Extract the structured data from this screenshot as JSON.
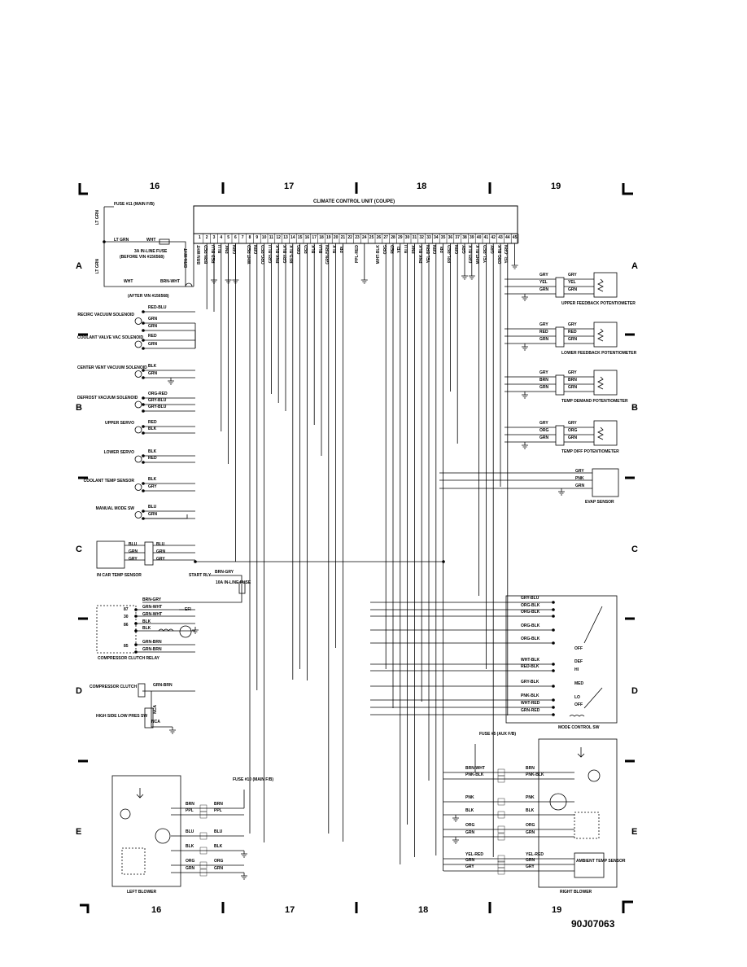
{
  "grid": {
    "columns_top": [
      "16",
      "17",
      "18",
      "19"
    ],
    "columns_bottom": [
      "16",
      "17",
      "18",
      "19"
    ],
    "rows_left": [
      "A",
      "B",
      "C",
      "D",
      "E"
    ],
    "rows_right": [
      "A",
      "B",
      "C",
      "D",
      "E"
    ]
  },
  "ccu": {
    "title": "CLIMATE CONTROL UNIT (COUPE)",
    "pins": [
      "1",
      "2",
      "3",
      "4",
      "5",
      "6",
      "7",
      "8",
      "9",
      "10",
      "11",
      "12",
      "13",
      "14",
      "15",
      "16",
      "17",
      "18",
      "19",
      "20",
      "21",
      "22",
      "23",
      "24",
      "25",
      "26",
      "27",
      "28",
      "29",
      "30",
      "31",
      "32",
      "33",
      "34",
      "35",
      "36",
      "37",
      "38",
      "39",
      "40",
      "41",
      "42",
      "43",
      "44",
      "45"
    ],
    "pin_wires": [
      "BRN-WHT",
      "BRN-RED",
      "RED-BLU",
      "BLU",
      "PNK",
      "GRN",
      "",
      "WHT-RED",
      "GRN",
      "ORG-RED",
      "GRY-BLU",
      "PNK-BLK",
      "GRY-BLK",
      "RED-BLK",
      "ORG",
      "RED",
      "BLK",
      "BLU",
      "GRN-BRN",
      "BLK",
      "PPL",
      "",
      "PPL-RED",
      "",
      "",
      "WHT-BLK",
      "ORG",
      "RED",
      "YEL",
      "BLU",
      "PNK",
      "PNK-BLK",
      "YEL-BRN",
      "GRN",
      "PPL",
      "PPL-RED",
      "GRN",
      "GRY",
      "GRY-BLK",
      "WHT-BLK",
      "YEL-RED",
      "GRY",
      "ORG-BLK",
      "YEL-GRN",
      ""
    ]
  },
  "fuses": {
    "fuse11": "FUSE #11 (MAIN F/B)",
    "inline3a": "3A IN-LINE FUSE",
    "inline3a_note": "(BEFORE VIN #156568)",
    "after_vin": "(AFTER VIN #156568)",
    "fuse10": "FUSE #10 (MAIN F/B)",
    "fuse5": "FUSE #5 (AUX F/B)",
    "inline10a": "10A IN-LINE FUSE",
    "start_rly": "START RLY"
  },
  "wires_top_left": [
    "LT GRN",
    "LT GRN",
    "WHT",
    "WHT",
    "BRN-WHT",
    "BRN-WHT"
  ],
  "left_components": [
    {
      "name": "RECIRC VACUUM SOLENOID",
      "wires": [
        "RED-BLU",
        "GRN",
        "GRN"
      ]
    },
    {
      "name": "COOLANT VALVE VAC SOLENOID",
      "wires": [
        "RED",
        "GRN"
      ]
    },
    {
      "name": "CENTER VENT VACUUM SOLENOID",
      "wires": [
        "BLK",
        "GRN"
      ]
    },
    {
      "name": "DEFROST VACUUM SOLENOID",
      "wires": [
        "ORG-RED",
        "GRY-BLU",
        "GRY-BLU"
      ]
    },
    {
      "name": "UPPER SERVO",
      "wires": [
        "RED",
        "BLK"
      ]
    },
    {
      "name": "LOWER SERVO",
      "wires": [
        "BLK",
        "RED"
      ]
    },
    {
      "name": "COOLANT TEMP SENSOR",
      "wires": [
        "BLK",
        "GRY"
      ]
    },
    {
      "name": "MANUAL MODE SW",
      "wires": [
        "BLU",
        "GRN"
      ]
    }
  ],
  "in_car": {
    "name": "IN CAR TEMP SENSOR",
    "wires": [
      "BLU",
      "GRN",
      "GRY"
    ]
  },
  "relay": {
    "name": "COMPRESSOR CLUTCH RELAY",
    "pins": [
      "87",
      "30",
      "86",
      "85"
    ],
    "wires": [
      "BRN-GRY",
      "GRN-WHT",
      "GRN-WHT",
      "BLK",
      "BLK",
      "GRN-BRN",
      "GRN-BRN"
    ],
    "efi": "EFI",
    "brn_gry": "BRN-GRY"
  },
  "clutch": {
    "name": "COMPRESSOR CLUTCH",
    "wire": "GRN-BRN"
  },
  "hlp_sw": {
    "name": "HIGH SIDE LOW PRES SW",
    "nca": "NCA"
  },
  "right_pots": [
    {
      "name": "UPPER FEEDBACK POTENTIOMETER",
      "wires": [
        "GRY",
        "YEL",
        "GRN"
      ]
    },
    {
      "name": "LOWER FEEDBACK POTENTIOMETER",
      "wires": [
        "GRY",
        "RED",
        "GRN"
      ]
    },
    {
      "name": "TEMP DEMAND POTENTIOMETER",
      "wires": [
        "GRY",
        "BRN",
        "GRN"
      ]
    },
    {
      "name": "TEMP DIFF POTENTIOMETER",
      "wires": [
        "GRY",
        "ORG",
        "GRN"
      ]
    }
  ],
  "evap": {
    "name": "EVAP SENSOR",
    "wires": [
      "GRY",
      "PNK",
      "GRN"
    ]
  },
  "mode_sw": {
    "name": "MODE CONTROL SW",
    "wires": [
      "GRY-BLU",
      "ORG-BLK",
      "ORG-BLK",
      "ORG-BLK",
      "ORG-BLK",
      "WHT-BLK",
      "RED-BLK",
      "GRY-BLK",
      "PNK-BLK",
      "WHT-RED",
      "GRN-RED"
    ],
    "positions": [
      "OFF",
      "DEF",
      "HI",
      "MED",
      "LO",
      "OFF"
    ]
  },
  "left_blower": {
    "name": "LEFT BLOWER",
    "wires_left": [
      "BRN",
      "PPL",
      "BLU",
      "BLK",
      "ORG",
      "GRN"
    ],
    "wires_right": [
      "BRN",
      "PPL",
      "BLU",
      "BLK",
      "ORG",
      "GRN"
    ]
  },
  "right_blower": {
    "name": "RIGHT BLOWER",
    "wires_left": [
      "BRN-WHT",
      "PNK-BLK",
      "PNK",
      "BLK",
      "ORG",
      "GRN",
      "YEL-RED",
      "GRN",
      "GRY"
    ],
    "wires_right": [
      "BRN",
      "PNK-BLK",
      "PNK",
      "BLK",
      "ORG",
      "GRN",
      "YEL-RED",
      "GRN",
      "GRY"
    ],
    "ambient": "AMBIENT TEMP SENSOR"
  },
  "figure_id": "90J07063"
}
